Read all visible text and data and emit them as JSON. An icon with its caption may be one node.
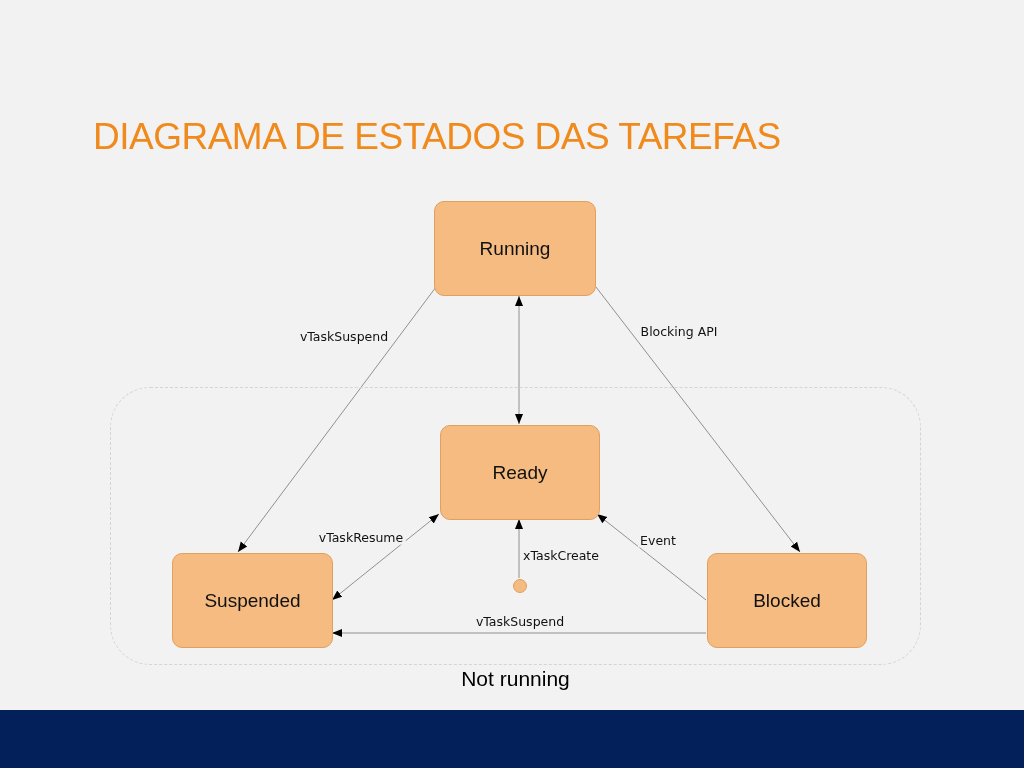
{
  "diagram": {
    "title": "DIAGRAMA DE ESTADOS DAS TAREFAS",
    "nodes": [
      {
        "text": [
          "Not running"
        ]
      },
      {
        "text": [
          "Running"
        ]
      },
      {
        "text": [
          "Ready"
        ],
        "in": 0
      },
      {
        "text": [
          "Suspended"
        ],
        "in": 0
      },
      {
        "text": [
          "Blocked"
        ],
        "in": 0
      },
      {
        "text": [],
        "shape": "circle",
        "in": 0
      }
    ],
    "edges": [
      {
        "from": 1,
        "to": 3,
        "arrow": "to",
        "label": "vTaskSuspend"
      },
      {
        "from": 1,
        "to": 2,
        "arrow": "both"
      },
      {
        "from": 1,
        "to": 4,
        "arrow": "to",
        "label": "Blocking API"
      },
      {
        "from": 2,
        "to": 3,
        "arrow": "both",
        "label": "vTaskResume"
      },
      {
        "from": 5,
        "to": 2,
        "arrow": "to",
        "label": "xTaskCreate"
      },
      {
        "from": 4,
        "to": 2,
        "arrow": "to",
        "label": "Event"
      },
      {
        "from": 4,
        "to": 3,
        "arrow": "to",
        "label": "vTaskSuspend"
      }
    ]
  }
}
